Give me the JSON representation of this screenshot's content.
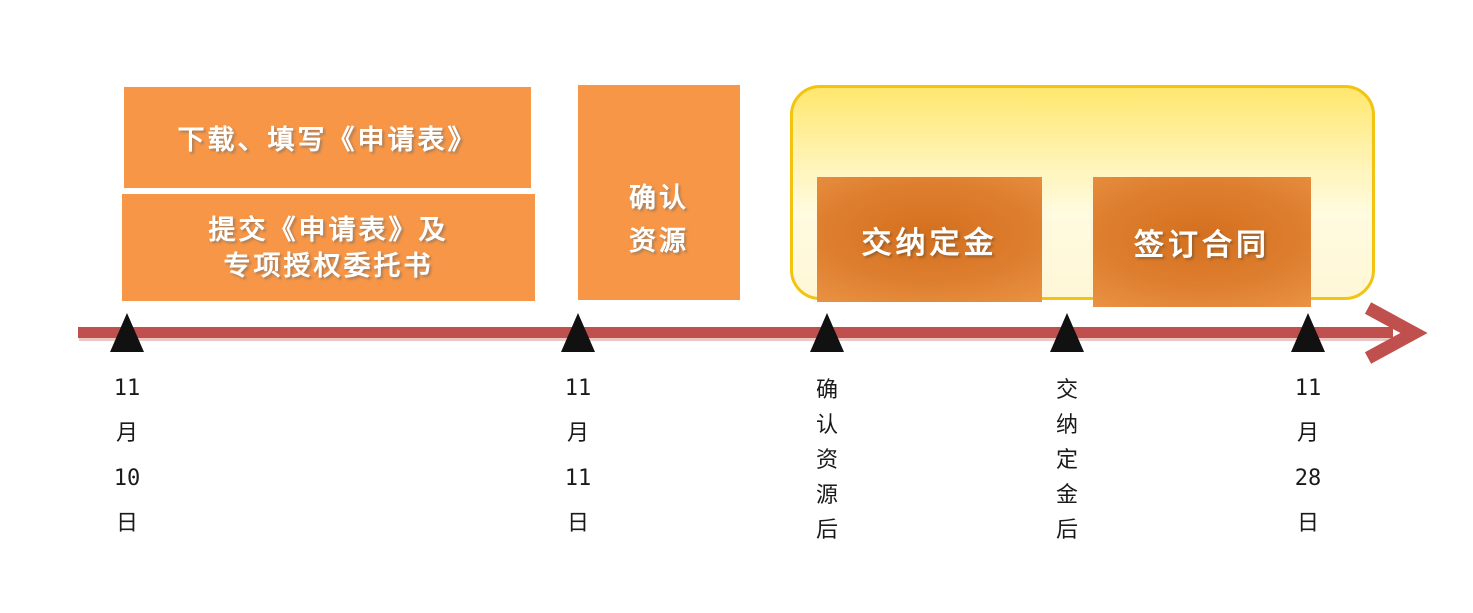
{
  "diagram": {
    "type": "timeline",
    "colors": {
      "step_box_orange": "#F79646",
      "gradient_box_center": "#D4701F",
      "gradient_box_edge": "#F2A45C",
      "timeline_red": "#C0504D",
      "highlight_border_yellow": "#F2C411",
      "highlight_fill_top": "#FFE76E",
      "highlight_fill_bottom": "#FFF7D6",
      "marker_black": "#111111",
      "box_text_white": "#FFFFFF",
      "label_text_black": "#1A1A1A"
    },
    "steps": {
      "download": {
        "label": "下载、填写《申请表》"
      },
      "submit": {
        "line1": "提交《申请表》及",
        "line2": "专项授权委托书"
      },
      "confirm": {
        "line1": "确认",
        "line2": "资源"
      },
      "deposit": {
        "label": "交纳定金"
      },
      "contract": {
        "label": "签订合同"
      }
    },
    "milestones": [
      {
        "name": "nov-10",
        "lines": [
          "11",
          "月",
          "10",
          "日"
        ]
      },
      {
        "name": "nov-11",
        "lines": [
          "11",
          "月",
          "11",
          "日"
        ]
      },
      {
        "name": "after-confirm",
        "lines": [
          "确",
          "认",
          "资",
          "源",
          "后"
        ]
      },
      {
        "name": "after-deposit",
        "lines": [
          "交",
          "纳",
          "定",
          "金",
          "后"
        ]
      },
      {
        "name": "nov-28",
        "lines": [
          "11",
          "月",
          "28",
          "日"
        ]
      }
    ]
  }
}
